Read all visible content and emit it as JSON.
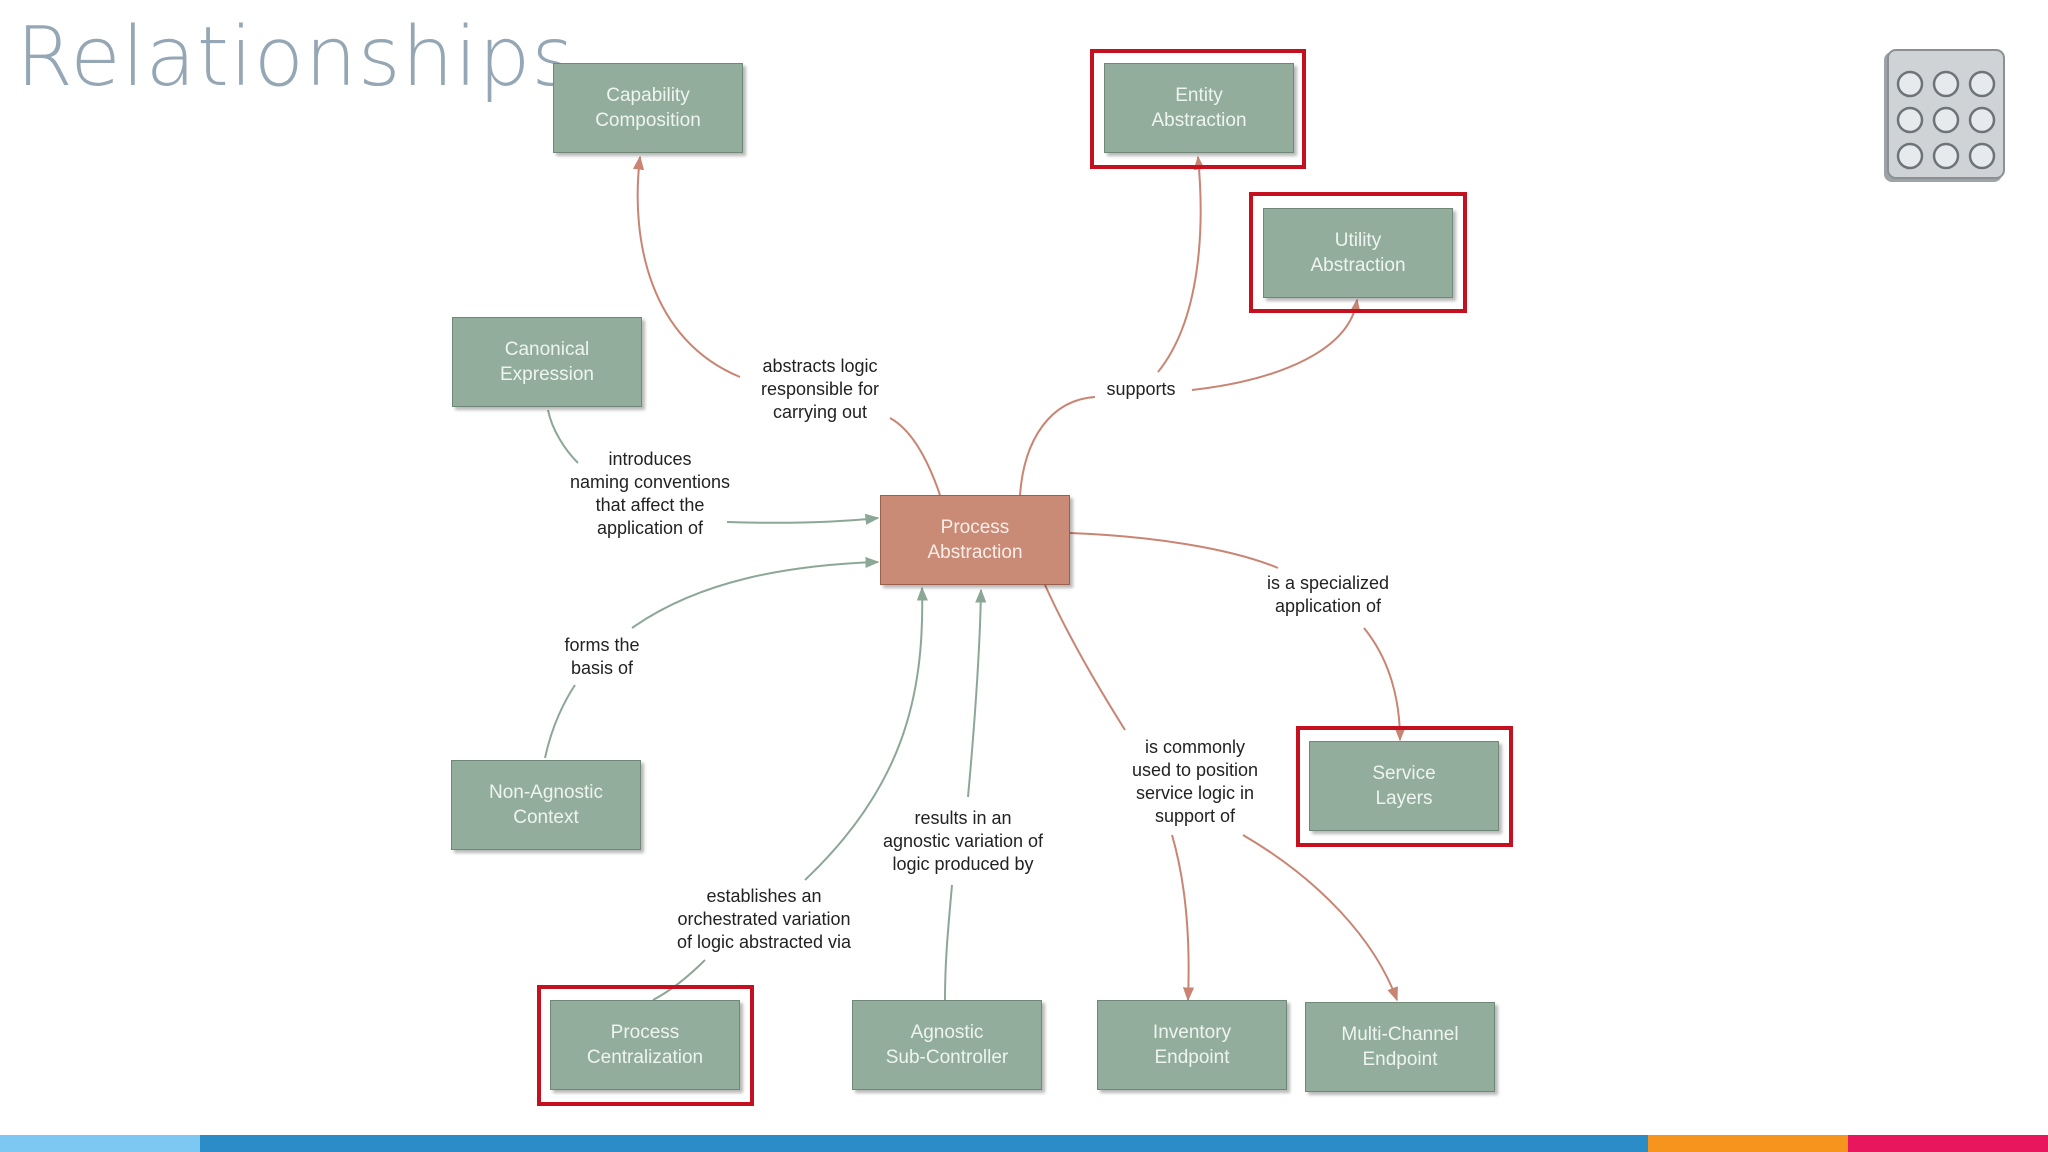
{
  "slide": {
    "title": "Relationships"
  },
  "diagram": {
    "nodes": {
      "capability_composition": "Capability\nComposition",
      "entity_abstraction": "Entity\nAbstraction",
      "utility_abstraction": "Utility\nAbstraction",
      "canonical_expression": "Canonical\nExpression",
      "process_abstraction": "Process\nAbstraction",
      "non_agnostic_context": "Non-Agnostic\nContext",
      "service_layers": "Service\nLayers",
      "process_centralization": "Process\nCentralization",
      "agnostic_sub_controller": "Agnostic\nSub-Controller",
      "inventory_endpoint": "Inventory\nEndpoint",
      "multi_channel_endpoint": "Multi-Channel\nEndpoint"
    },
    "labels": {
      "abstracts": "abstracts logic\nresponsible for\ncarrying out",
      "supports": "supports",
      "introduces": "introduces\nnaming conventions\nthat affect the\napplication of",
      "specialized": "is a specialized\napplication of",
      "forms": "forms the\nbasis of",
      "commonly": "is commonly\nused to position\nservice logic in\nsupport of",
      "results": "results in an\nagnostic variation of\nlogic produced by",
      "establishes": "establishes an\norchestrated variation\nof logic abstracted via"
    },
    "colors": {
      "core_node": "#c98a76",
      "node": "#93ad9c",
      "highlight": "#c4101f",
      "arrow_red": "#c98473",
      "arrow_green": "#8da797"
    }
  },
  "footer": {
    "bar_colors": [
      "#7cc8f2",
      "#2b8cc7",
      "#f7941d",
      "#e8175d"
    ]
  },
  "icons": {
    "corner": "pill-blister-icon"
  }
}
